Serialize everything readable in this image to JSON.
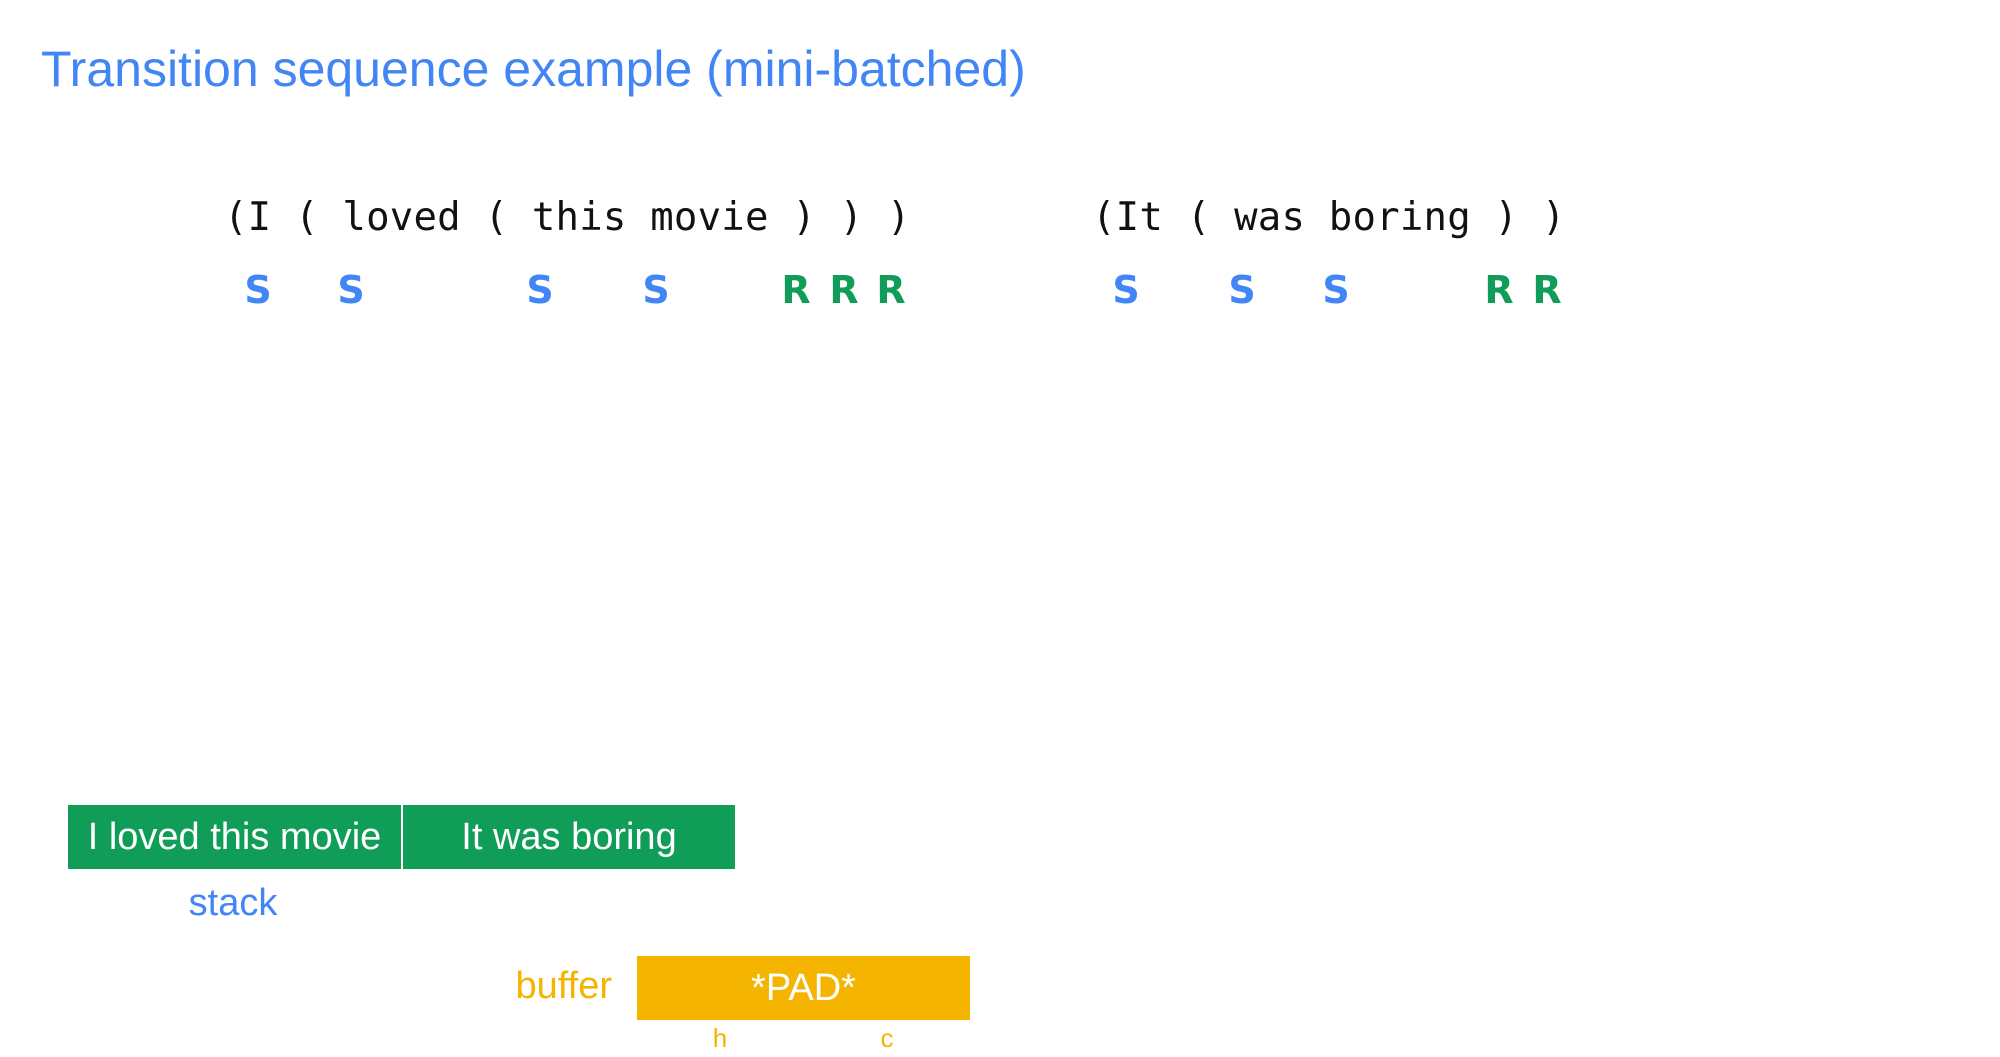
{
  "title": "Transition sequence example (mini-batched)",
  "colors": {
    "shift": "#4285F4",
    "reduce": "#0F9D58",
    "buffer": "#F4B400"
  },
  "trees": [
    {
      "text": "(I ( loved ( this movie ) ) )",
      "ops": [
        "S",
        "S",
        "S",
        "S",
        "R",
        "R",
        "R"
      ]
    },
    {
      "text": "(It ( was boring ) )",
      "ops": [
        "S",
        "S",
        "S",
        "R",
        "R"
      ]
    }
  ],
  "stack": {
    "items": [
      "I loved this movie",
      "It was boring"
    ],
    "label": "stack"
  },
  "buffer": {
    "label": "buffer",
    "item": "*PAD*",
    "h_label": "h",
    "c_label": "c"
  }
}
